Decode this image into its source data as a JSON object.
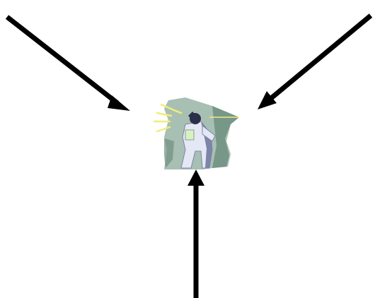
{
  "scene": {
    "background_color": "#ffffff",
    "arrow_color": "#000000",
    "arrows": [
      {
        "id": "top-left",
        "icon": "arrow-down-right-icon"
      },
      {
        "id": "top-right",
        "icon": "arrow-down-left-icon"
      },
      {
        "id": "bottom",
        "icon": "arrow-up-icon"
      }
    ],
    "center_figure": {
      "icon": "stressed-person-clipart-icon",
      "colors": {
        "backdrop": "#a8bfb3",
        "backdrop_dark": "#6f8f80",
        "suit": "#e4e8f4",
        "suit_shadow": "#7e84a8",
        "skin": "#2b2f4a",
        "alarm_lines": "#f2ec7a",
        "paper": "#d9f0c0"
      }
    }
  }
}
